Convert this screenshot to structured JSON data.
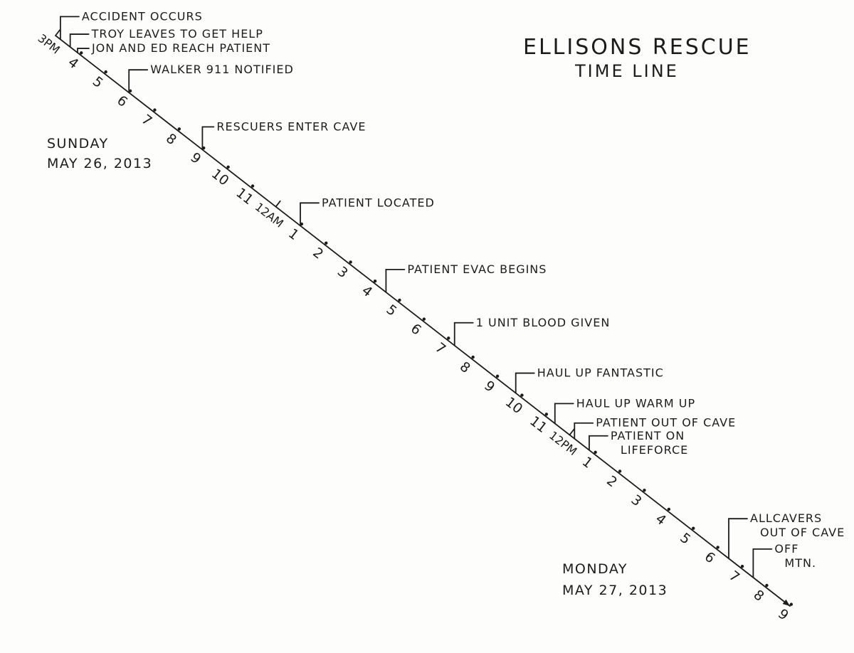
{
  "title": "ELLISONS RESCUE",
  "subtitle": "TIME LINE",
  "start_date": {
    "day": "SUNDAY",
    "date": "MAY 26, 2013"
  },
  "end_date": {
    "day": "MONDAY",
    "date": "MAY 27, 2013"
  },
  "hour_labels": [
    "3PM",
    "4",
    "5",
    "6",
    "7",
    "8",
    "9",
    "10",
    "11",
    "12AM",
    "1",
    "2",
    "3",
    "4",
    "5",
    "6",
    "7",
    "8",
    "9",
    "10",
    "11",
    "12PM",
    "1",
    "2",
    "3",
    "4",
    "5",
    "6",
    "7",
    "8",
    "9"
  ],
  "events": [
    {
      "label": "ACCIDENT OCCURS",
      "time_hours": 0.2
    },
    {
      "label": "TROY LEAVES TO GET HELP",
      "time_hours": 0.6
    },
    {
      "label": "JON AND ED REACH PATIENT",
      "time_hours": 0.9
    },
    {
      "label": "WALKER 911 NOTIFIED",
      "time_hours": 3.0
    },
    {
      "label": "RESCUERS ENTER CAVE",
      "time_hours": 6.0
    },
    {
      "label": "PATIENT LOCATED",
      "time_hours": 10.0
    },
    {
      "label": "PATIENT EVAC BEGINS",
      "time_hours": 13.5
    },
    {
      "label": "1 UNIT BLOOD GIVEN",
      "time_hours": 16.3
    },
    {
      "label": "HAUL UP FANTASTIC",
      "time_hours": 18.8
    },
    {
      "label": "HAUL UP WARM UP",
      "time_hours": 20.4
    },
    {
      "label": "PATIENT OUT OF CAVE",
      "time_hours": 21.2
    },
    {
      "label": "PATIENT ON LIFEFORCE",
      "time_hours": 21.8
    },
    {
      "label": "ALLCAVERS OUT OF CAVE",
      "time_hours": 27.5
    },
    {
      "label": "OFF MTN.",
      "time_hours": 28.5
    }
  ]
}
